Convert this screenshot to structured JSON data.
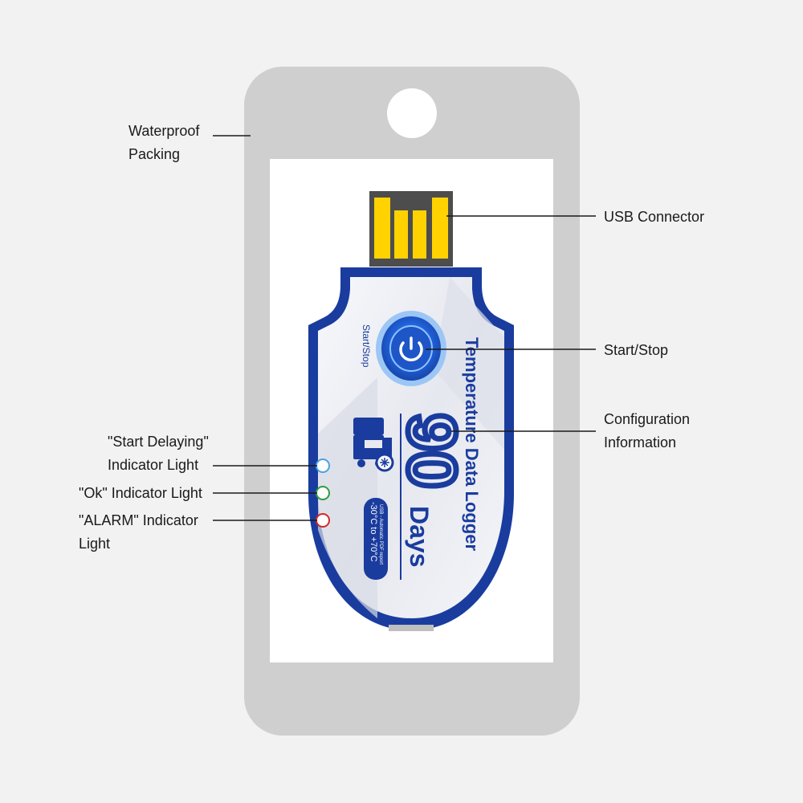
{
  "labels": {
    "waterproof_line1": "Waterproof",
    "waterproof_line2": "Packing",
    "usb": "USB Connector",
    "start_stop": "Start/Stop",
    "config_line1": "Configuration",
    "config_line2": "Information",
    "start_delay_line1": "\"Start Delaying\"",
    "start_delay_line2": "Indicator Light",
    "ok": "\"Ok\" Indicator Light",
    "alarm_line1": "\"ALARM\" Indicator",
    "alarm_line2": "Light"
  },
  "device": {
    "button_label": "Start/Stop",
    "title": "Temperature Data Logger",
    "big_number": "90",
    "days": "Days",
    "range": "-30°C to +70°C",
    "range_sub": "USB - Automatic PDF report"
  },
  "colors": {
    "background": "#f2f2f2",
    "packing": "#cfcfcf",
    "device_blue": "#1a3c9e",
    "usb_gold": "#ffd200",
    "led_start_delay": "#4aa3df",
    "led_ok": "#2e9e3e",
    "led_alarm": "#d62828"
  }
}
